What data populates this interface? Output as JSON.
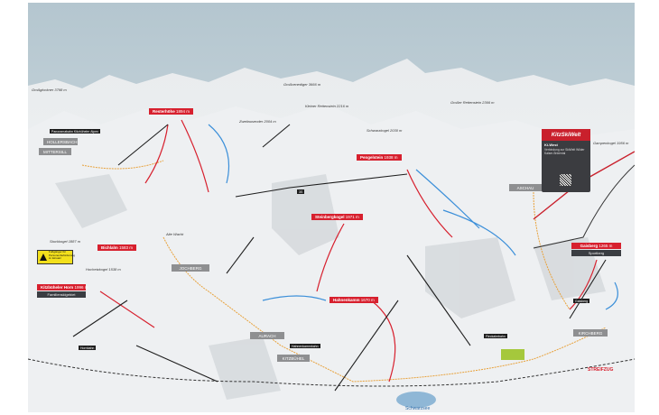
{
  "colors": {
    "sky": "#b9cad3",
    "peak_label": "#d7202e",
    "town_label": "#8e8f91",
    "lift_line": "#1e1e1e",
    "piste_red": "#d7202e",
    "piste_blue": "#3b8fd9",
    "piste_black": "#1e1e1e",
    "ski_route": "#e8a23c"
  },
  "mountains": [
    {
      "name": "Großglockner",
      "elev": "3798 m"
    },
    {
      "name": "Großvenediger",
      "elev": "3666 m"
    },
    {
      "name": "Kleiner Rettenstein",
      "elev": "2216 m"
    },
    {
      "name": "Großer Rettenstein",
      "elev": "2366 m"
    },
    {
      "name": "Schwarzkogel",
      "elev": "2030 m"
    },
    {
      "name": "Gampenkogel",
      "elev": "1956 m"
    },
    {
      "name": "Zweitausender",
      "elev": "2004 m"
    },
    {
      "name": "Stuckkogel",
      "elev": "1887 m"
    },
    {
      "name": "Hochetzkogel",
      "elev": "1538 m"
    },
    {
      "name": "Alte Wacht",
      "elev": ""
    }
  ],
  "peaks": [
    {
      "name": "Resterhöhe",
      "elev": "1894 m"
    },
    {
      "name": "Pengelstein",
      "elev": "1938 m"
    },
    {
      "name": "Steinbergkogel",
      "elev": "1971 m"
    },
    {
      "name": "Bichlalm",
      "elev": "1583 m"
    },
    {
      "name": "Kitzbüheler Horn",
      "elev": "1996 m",
      "sub": "Familienskigebiet"
    },
    {
      "name": "Hahnenkamm",
      "elev": "1670 m"
    },
    {
      "name": "Gaisberg",
      "elev": "1265 m",
      "sub": "Sportberg"
    }
  ],
  "towns": [
    "HOLLERSBACH",
    "MITTERSILL",
    "ASCHAU",
    "JOCHBERG",
    "AURACH",
    "KITZBÜHEL",
    "KIRCHBERG"
  ],
  "lake": "Schwarzsee",
  "lifts": [
    "Panoramabahn Kitzbüheler Alpen",
    "3S",
    "Hornbahn",
    "Hahnenkammbahn",
    "Fleckalmbahn",
    "Gaisberg"
  ],
  "ki_west": {
    "logo": "KitzSkiWelt",
    "title": "Ki-West",
    "text": "Verbindung zur SkiWelt Wilder Kaiser-Brixental"
  },
  "warning": "Fußgänger für Personenbeförderung im Einsatz",
  "streifzug": "STREIFZUG"
}
